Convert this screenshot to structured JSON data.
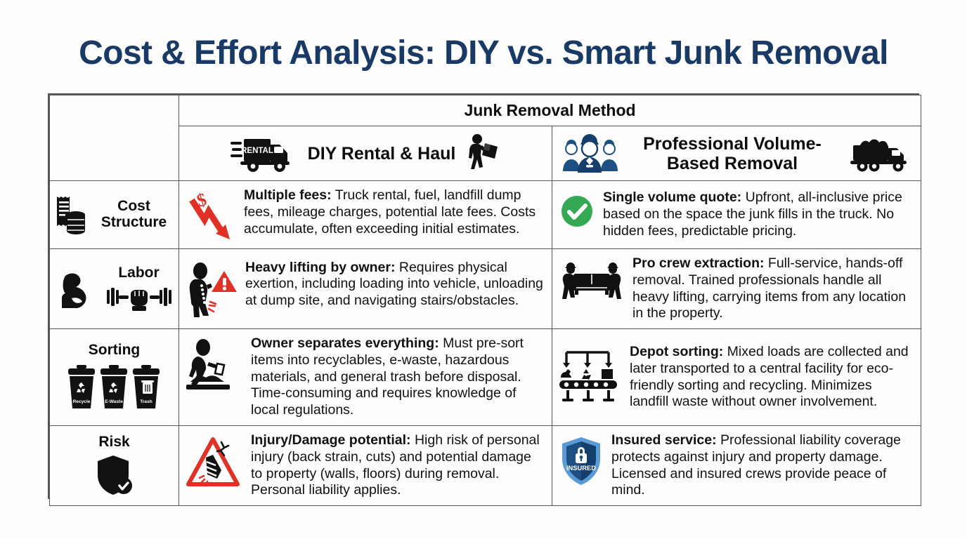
{
  "title": "Cost & Effort Analysis: DIY vs. Smart Junk Removal",
  "colors": {
    "title": "#1a3a66",
    "background": "#fdfdfd",
    "border": "#555555",
    "accent_red": "#e03127",
    "accent_green": "#34a853",
    "accent_blue": "#1d4f82",
    "text": "#111111"
  },
  "table": {
    "group_header": "Junk Removal Method",
    "corner_cell": "",
    "columns": [
      {
        "key": "attribute",
        "label": ""
      },
      {
        "key": "diy",
        "label": "DIY Rental & Haul",
        "icon_left": "rental-truck-icon",
        "icon_left_text": "RENTAL",
        "icon_right": "person-carrying-box-icon"
      },
      {
        "key": "pro",
        "label": "Professional Volume-Based Removal",
        "icon_left": "crew-team-icon",
        "icon_right": "loaded-dump-truck-icon"
      }
    ],
    "rows": [
      {
        "attribute": {
          "label": "Cost Structure",
          "icon": "receipt-coins-icon",
          "layout": "inline"
        },
        "diy": {
          "icon": "red-down-arrow-dollar-icon",
          "heading": "Multiple fees:",
          "body": "Truck rental, fuel, landfill dump fees, mileage charges, potential late fees. Costs accumulate, often exceeding initial estimates."
        },
        "pro": {
          "icon": "green-check-circle-icon",
          "heading": "Single volume quote:",
          "body": "Upfront, all-inclusive price based on the space the junk fills in the truck. No hidden fees, predictable pricing."
        }
      },
      {
        "attribute": {
          "label": "Labor",
          "icon": "flexed-bicep-icon",
          "icon_secondary": "dumbbell-fist-icon",
          "layout": "inline-stack"
        },
        "diy": {
          "icon": "back-pain-warning-icon",
          "heading": "Heavy lifting by owner:",
          "body": "Requires physical exertion, including loading into vehicle, unloading at dump site, and navigating stairs/obstacles."
        },
        "pro": {
          "icon": "two-movers-sofa-icon",
          "heading": "Pro crew extraction:",
          "body": "Full-service, hands-off removal. Trained professionals handle all heavy lifting, carrying items from any location in the property."
        }
      },
      {
        "attribute": {
          "label": "Sorting",
          "icon": "three-sorting-bins-icon",
          "bin_labels": [
            "Recycle",
            "E-Waste",
            "Trash"
          ],
          "layout": "stack"
        },
        "diy": {
          "icon": "person-sorting-trash-icon",
          "heading": "Owner separates everything:",
          "body": "Must pre-sort items into recyclables, e-waste, hazardous materials, and general trash before disposal. Time-consuming and requires knowledge of local regulations."
        },
        "pro": {
          "icon": "conveyor-sorting-icon",
          "heading": "Depot sorting:",
          "body": "Mixed loads are collected and later transported to a central facility for eco-friendly sorting and recycling. Minimizes landfill waste without owner involvement."
        }
      },
      {
        "attribute": {
          "label": "Risk",
          "icon": "shield-check-icon",
          "layout": "stack"
        },
        "diy": {
          "icon": "injury-warning-triangle-icon",
          "heading": "Injury/Damage potential:",
          "body": "High risk of personal injury (back strain, cuts) and potential damage to property (walls, floors) during removal. Personal liability applies."
        },
        "pro": {
          "icon": "insured-shield-lock-icon",
          "icon_text": "INSURED",
          "heading": "Insured service:",
          "body": "Professional liability coverage protects against injury and property damage. Licensed and insured crews provide peace of mind."
        }
      }
    ]
  }
}
